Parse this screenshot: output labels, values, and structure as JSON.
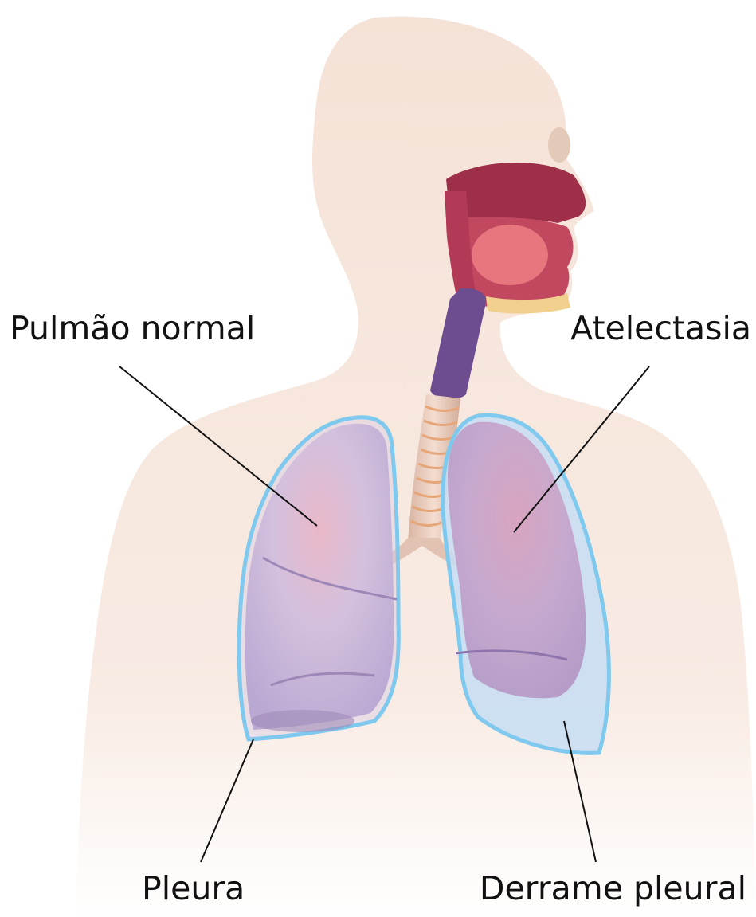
{
  "labels": {
    "normal_lung": "Pulmão normal",
    "atelectasis": "Atelectasia",
    "pleura": "Pleura",
    "pleural_effusion": "Derrame pleural"
  },
  "colors": {
    "skin": "#f6e6dc",
    "skin_shadow": "#efd6c8",
    "lung_fill": "#c9b6d6",
    "lung_pink": "#e7b3c7",
    "pleura_outline": "#7fc9ee",
    "effusion_fluid": "#c4dcf2",
    "oral_cavity": "#b43a52",
    "trachea_rings": "#e8c9b8",
    "esophagus": "#6a4a8c",
    "leader_line": "#111111"
  }
}
